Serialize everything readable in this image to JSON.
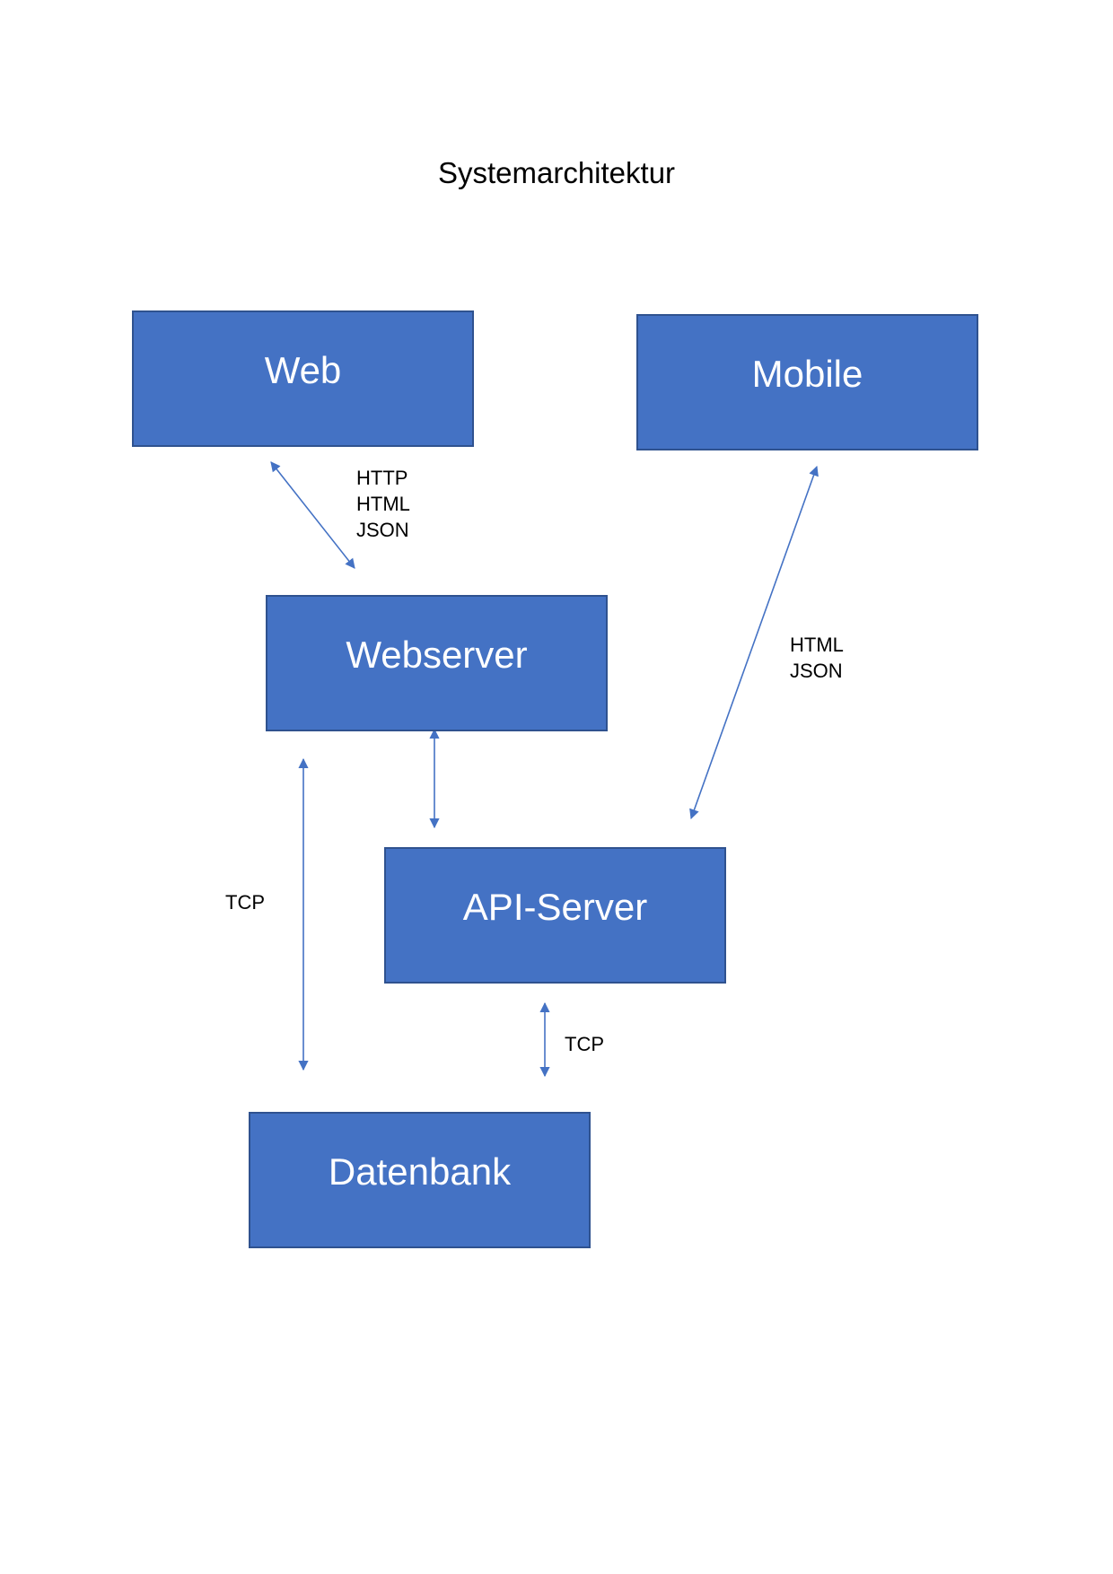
{
  "title": "Systemarchitektur",
  "colors": {
    "node_fill": "#4472c4",
    "node_border": "#2f528f",
    "arrow": "#4472c4",
    "text": "#000000"
  },
  "nodes": {
    "web": "Web",
    "mobile": "Mobile",
    "webserver": "Webserver",
    "api_server": "API-Server",
    "datenbank": "Datenbank"
  },
  "edges": [
    {
      "from": "Web",
      "to": "Webserver",
      "direction": "bidirectional",
      "labels": [
        "HTTP",
        "HTML",
        "JSON"
      ]
    },
    {
      "from": "Mobile",
      "to": "API-Server",
      "direction": "bidirectional",
      "labels": [
        "HTML",
        "JSON"
      ]
    },
    {
      "from": "Webserver",
      "to": "API-Server",
      "direction": "bidirectional",
      "labels": []
    },
    {
      "from": "Webserver",
      "to": "Datenbank",
      "direction": "bidirectional",
      "labels": [
        "TCP"
      ]
    },
    {
      "from": "API-Server",
      "to": "Datenbank",
      "direction": "bidirectional",
      "labels": [
        "TCP"
      ]
    }
  ]
}
